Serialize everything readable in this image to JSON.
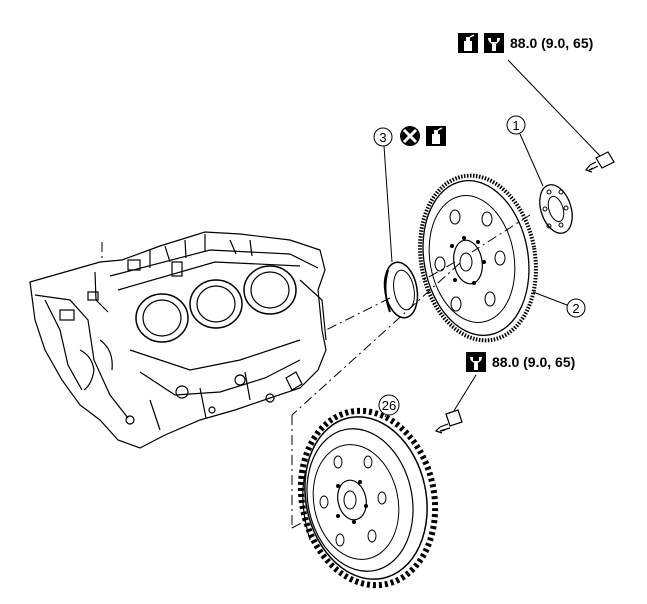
{
  "torque_specs": [
    {
      "id": "flywheel-bolt-torque",
      "value": "88.0 (9.0, 65)",
      "icons": [
        "sealant-icon",
        "torque-wrench-icon"
      ]
    },
    {
      "id": "drive-plate-bolt-torque",
      "value": "88.0 (9.0, 65)",
      "icons": [
        "torque-wrench-icon"
      ]
    }
  ],
  "callouts": [
    {
      "id": "reinforcement-plate",
      "label": "1"
    },
    {
      "id": "drive-plate",
      "label": "2"
    },
    {
      "id": "rear-oil-seal",
      "label": "3",
      "icons": [
        "do-not-reuse-icon",
        "sealant-icon"
      ]
    },
    {
      "id": "flywheel",
      "label": "26"
    }
  ]
}
